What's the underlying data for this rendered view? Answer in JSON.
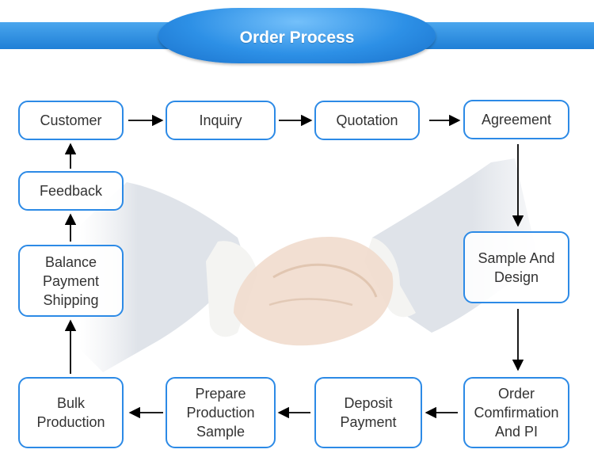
{
  "title": "Order Process",
  "colors": {
    "accent": "#2c8ae6",
    "header": "#1f7fd6",
    "text": "#333333"
  },
  "steps": [
    {
      "id": "customer",
      "label": "Customer"
    },
    {
      "id": "inquiry",
      "label": "Inquiry"
    },
    {
      "id": "quotation",
      "label": "Quotation"
    },
    {
      "id": "agreement",
      "label": "Agreement"
    },
    {
      "id": "sample-design",
      "label": "Sample And\nDesign"
    },
    {
      "id": "order-confirmation",
      "label": "Order\nComfirmation\nAnd PI"
    },
    {
      "id": "deposit-payment",
      "label": "Deposit\nPayment"
    },
    {
      "id": "prepare-production-sample",
      "label": "Prepare\nProduction\nSample"
    },
    {
      "id": "bulk-production",
      "label": "Bulk\nProduction"
    },
    {
      "id": "balance-payment-shipping",
      "label": "Balance\nPayment\nShipping"
    },
    {
      "id": "feedback",
      "label": "Feedback"
    }
  ]
}
